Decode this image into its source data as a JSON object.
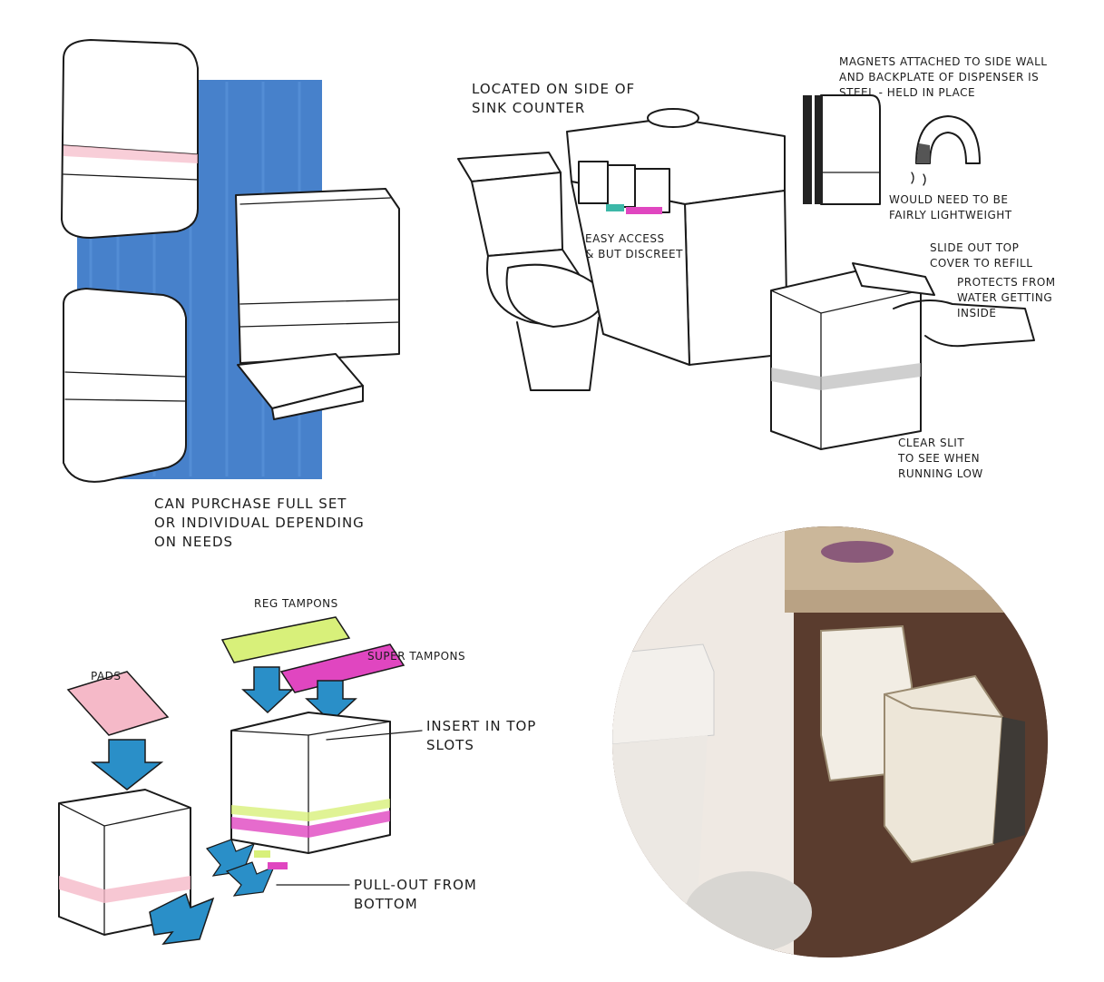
{
  "annotations": {
    "purchase_note": "CAN PURCHASE FULL SET\nOR INDIVIDUAL DEPENDING\nON NEEDS",
    "location": "LOCATED ON SIDE OF\nSINK COUNTER",
    "magnets": "MAGNETS ATTACHED TO SIDE WALL\nAND BACKPLATE OF DISPENSER IS\nSTEEL - HELD IN PLACE",
    "lightweight": "WOULD NEED TO BE\nFAIRLY LIGHTWEIGHT",
    "easy_access": "EASY ACCESS\n& BUT DISCREET",
    "slide_out": "SLIDE OUT TOP\nCOVER TO REFILL",
    "protects": "PROTECTS FROM\nWATER GETTING\nINSIDE",
    "clear_slit": "CLEAR SLIT\nTO SEE WHEN\nRUNNING LOW",
    "pads": "PADS",
    "reg_tampons": "REG TAMPONS",
    "super_tampons": "SUPER TAMPONS",
    "insert": "INSERT IN TOP\nSLOTS",
    "pull_out": "PULL-OUT FROM\nBOTTOM"
  },
  "colors": {
    "marker_blue": "#2e6fc4",
    "arrow_blue": "#2a8fc8",
    "pink": "#f5b9c8",
    "magenta": "#e046c0",
    "lime": "#d8f07a",
    "wall": "#6b4a38",
    "counter": "#cbb79a"
  }
}
